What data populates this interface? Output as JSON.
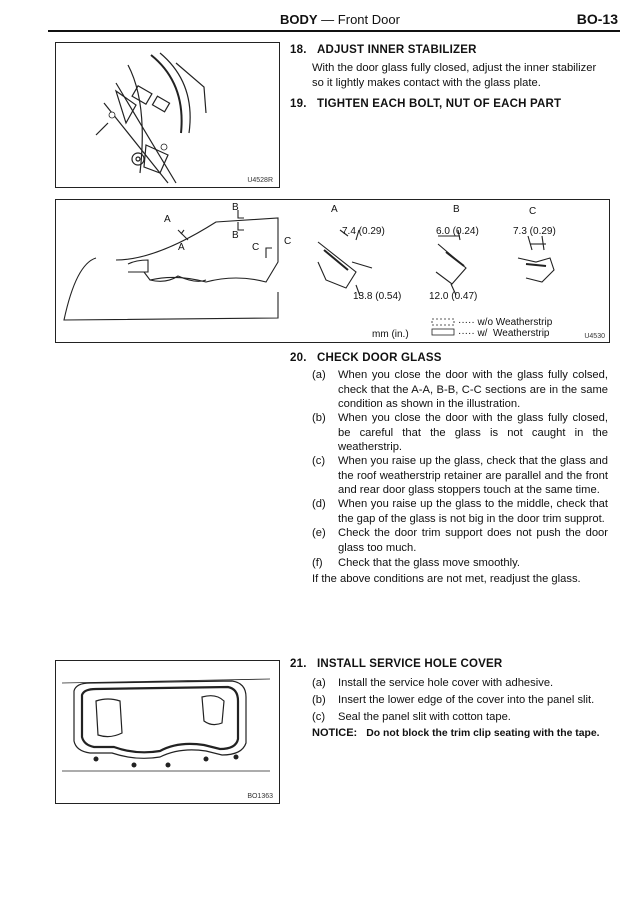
{
  "header": {
    "section": "BODY",
    "separator": " — ",
    "subsection": "Front Door",
    "page": "BO-13"
  },
  "figures": {
    "fig1_code": "U4528R",
    "fig2": {
      "code": "U4530",
      "section_letters": {
        "a": "A",
        "b": "B",
        "c": "C"
      },
      "dims": {
        "a_top": "7.4 (0.29)",
        "a_bottom": "13.8 (0.54)",
        "b_top": "6.0 (0.24)",
        "b_bottom": "12.0 (0.47)",
        "c_top": "7.3 (0.29)"
      },
      "units": "mm (in.)",
      "legend": [
        {
          "dots": "·····",
          "text": "w/o Weatherstrip"
        },
        {
          "dots": "·····",
          "text": "w/  Weatherstrip"
        }
      ]
    },
    "fig3_code": "BO1363"
  },
  "steps": {
    "s18": {
      "number": "18.",
      "title": "ADJUST INNER STABILIZER",
      "body": "With the door glass fully closed, adjust the inner stabilizer so it lightly makes contact with the glass plate."
    },
    "s19": {
      "number": "19.",
      "title": "TIGHTEN EACH BOLT, NUT OF EACH PART"
    },
    "s20": {
      "number": "20.",
      "title": "CHECK DOOR GLASS",
      "items": [
        {
          "label": "(a)",
          "text": "When you close the door with the glass fully colsed, check that the A-A, B-B, C-C sections are in the same condition as shown in the illustration."
        },
        {
          "label": "(b)",
          "text": "When you close the door with the glass fully closed, be careful that the glass is not caught in the weatherstrip."
        },
        {
          "label": "(c)",
          "text": "When you raise up the glass, check that the glass and the roof weatherstrip retainer are parallel and the front and rear door glass stoppers touch at the same time."
        },
        {
          "label": "(d)",
          "text": "When you raise up the glass to the middle, check that the gap of the glass is not big in the door trim supprot."
        },
        {
          "label": "(e)",
          "text": "Check the door trim support does not push the door glass too much."
        },
        {
          "label": "(f)",
          "text": "Check that the glass move smoothly."
        }
      ],
      "footer": "If the above conditions are not met, readjust the glass."
    },
    "s21": {
      "number": "21.",
      "title": "INSTALL SERVICE HOLE COVER",
      "items": [
        {
          "label": "(a)",
          "text": "Install the service hole cover with adhesive."
        },
        {
          "label": "(b)",
          "text": "Insert the lower edge of the cover into the panel slit."
        },
        {
          "label": "(c)",
          "text": "Seal the panel slit with cotton tape."
        }
      ],
      "notice_label": "NOTICE:",
      "notice_text": "Do not block the trim clip seating with the tape."
    }
  }
}
